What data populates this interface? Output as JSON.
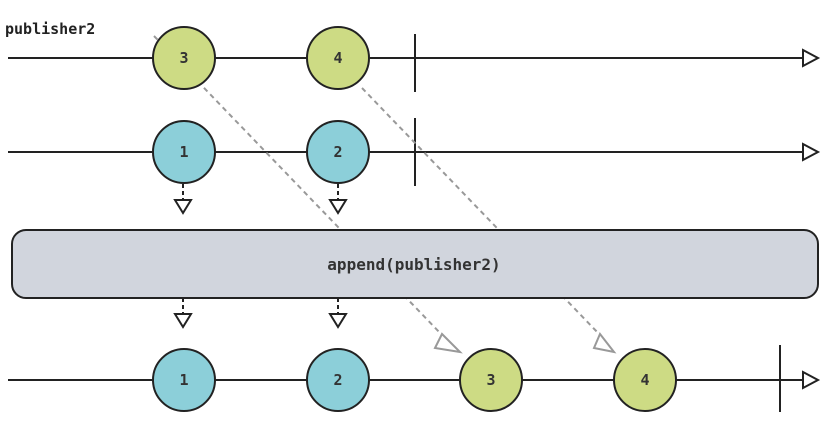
{
  "lanes": [
    {
      "id": "publisher2",
      "label": "publisher2",
      "marbles": [
        "3",
        "4"
      ]
    },
    {
      "id": "publisher1",
      "label": "",
      "marbles": [
        "1",
        "2"
      ]
    },
    {
      "id": "output",
      "label": "",
      "marbles": [
        "1",
        "2",
        "3",
        "4"
      ]
    }
  ],
  "operator": {
    "label": "append(publisher2)"
  },
  "colors": {
    "publisher1_marble": "#8ccfd9",
    "publisher2_marble": "#cddb84",
    "operator_fill": "#d1d5dd",
    "line": "#222222",
    "dashed_arrow": "#999999"
  }
}
